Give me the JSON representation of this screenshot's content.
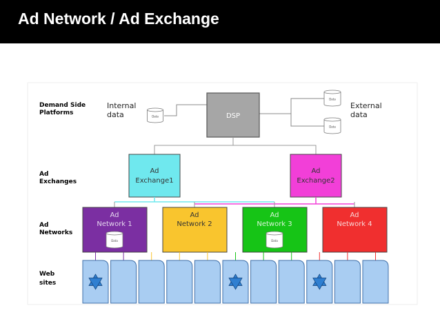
{
  "title": "Ad Network / Ad Exchange",
  "row_labels": {
    "dsp": [
      "Demand Side",
      "Platforms"
    ],
    "exchanges": [
      "Ad",
      "Exchanges"
    ],
    "networks": [
      "Ad",
      "Networks"
    ],
    "websites": [
      "Web",
      "sites"
    ]
  },
  "internal_data": [
    "Internal",
    "data"
  ],
  "external_data": [
    "External",
    "data"
  ],
  "db_label": "Data",
  "dsp_label": "DSP",
  "exchanges": [
    {
      "line1": "Ad",
      "line2": "Exchange1",
      "color": "#6fe8ee"
    },
    {
      "line1": "Ad",
      "line2": "Exchange2",
      "color": "#f23fd8"
    }
  ],
  "networks": [
    {
      "line1": "Ad",
      "line2": "Network 1",
      "color": "#7b2fa2",
      "has_data": true
    },
    {
      "line1": "Ad",
      "line2": "Network 2",
      "color": "#f9c52e",
      "has_data": false
    },
    {
      "line1": "Ad",
      "line2": "Network 3",
      "color": "#16c416",
      "has_data": true
    },
    {
      "line1": "Ad",
      "line2": "Network 4",
      "color": "#f02f2f",
      "has_data": false
    }
  ],
  "websites": [
    {
      "star": true
    },
    {
      "star": false
    },
    {
      "star": false
    },
    {
      "star": false
    },
    {
      "star": false
    },
    {
      "star": true
    },
    {
      "star": false
    },
    {
      "star": false
    },
    {
      "star": true
    },
    {
      "star": false
    },
    {
      "star": false
    }
  ],
  "colors": {
    "dsp_fill": "#a6a6a6",
    "website_fill": "#a9cdf2",
    "star_fill": "#2f7fd1"
  }
}
